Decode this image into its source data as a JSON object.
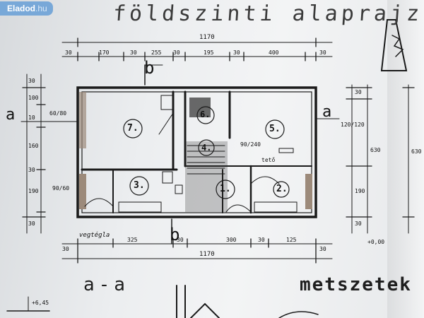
{
  "watermark": {
    "brand": "Eladod",
    "suffix": ".hu",
    "color": "#78a8d8"
  },
  "drawing": {
    "title": "földszinti alaprajz",
    "section_label": "a-a",
    "section_title": "metszetek",
    "section_markers": [
      "a",
      "a",
      "b",
      "b"
    ],
    "rooms": [
      "1.",
      "2.",
      "3.",
      "4.",
      "5.",
      "6.",
      "7."
    ],
    "overall_width": "1170",
    "top_dims": [
      "30",
      "170",
      "30",
      "255",
      "30",
      "195",
      "30",
      "400",
      "30"
    ],
    "bottom_dims": [
      "30",
      "325",
      "30",
      "300",
      "30",
      "125",
      "30"
    ],
    "left_dims": [
      "30",
      "100",
      "10",
      "160",
      "30",
      "190",
      "30"
    ],
    "right_dims": [
      "30",
      "190",
      "30",
      "630"
    ],
    "total_height": "630",
    "notes": [
      "60/80",
      "90/60",
      "90/240",
      "120/120",
      "tető",
      "+0,00",
      "+6,45",
      "vegtégla"
    ]
  }
}
